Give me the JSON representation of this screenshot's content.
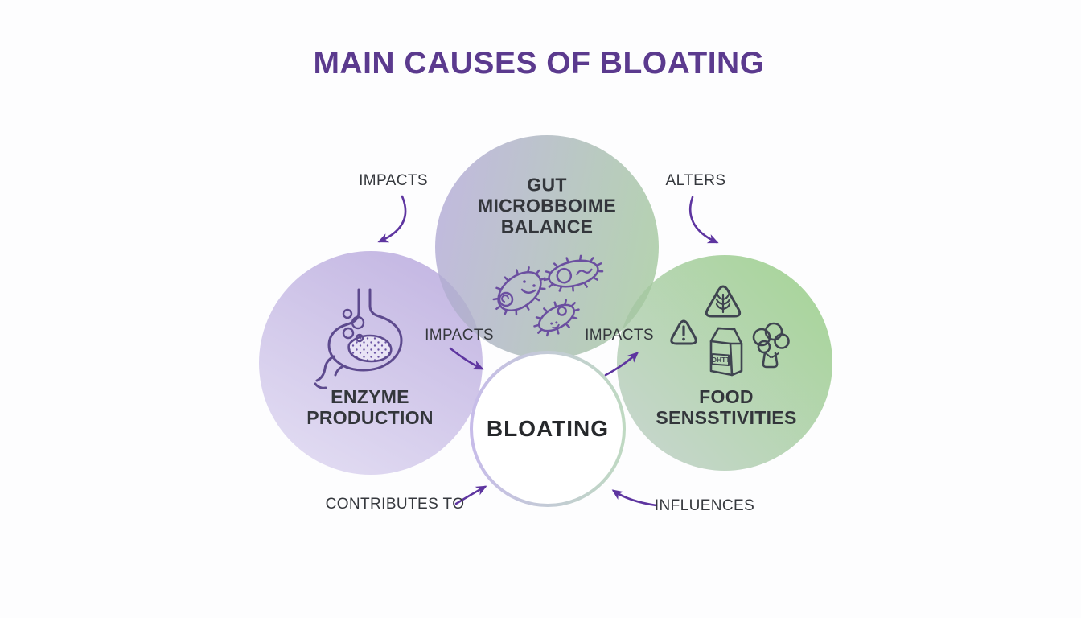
{
  "title": "MAIN CAUSES OF BLOATING",
  "center_node": {
    "label": "BLOATING"
  },
  "causes": {
    "gut_microbiome": {
      "label": "GUT\nMICROBBOIME\nBALANCE"
    },
    "enzyme_production": {
      "label": "ENZYME\nPRODUCTION"
    },
    "food_sensitivities": {
      "label": "FOOD\nSENSSTIVITIES"
    }
  },
  "connectors": {
    "impacts_top_left": {
      "label": "IMPACTS"
    },
    "alters_top_right": {
      "label": "ALTERS"
    },
    "impacts_mid_left": {
      "label": "IMPACTS"
    },
    "impacts_mid_right": {
      "label": "IMPACTS"
    },
    "contributes_to": {
      "label": "CONTRIBUTES TO"
    },
    "influences": {
      "label": "INFLUENCES"
    }
  },
  "icons": {
    "milk_carton_text": "OHTT"
  },
  "colors": {
    "title_text": "#5B3A8E",
    "label_text": "#33363B",
    "arrow": "#5E35A0",
    "stomach_icon": "#5D4A8E",
    "bacteria_icon": "#6B4FA0",
    "food_icons": "#3F4450",
    "left_circle": [
      "#B6A6DC",
      "#DCD5F0"
    ],
    "top_circle": [
      "#B2A9D6",
      "#A3C79E"
    ],
    "right_circle": [
      "#92CB80",
      "#B8CCBF"
    ],
    "center_border": [
      "#C7BCE9",
      "#BFD9C2"
    ]
  }
}
